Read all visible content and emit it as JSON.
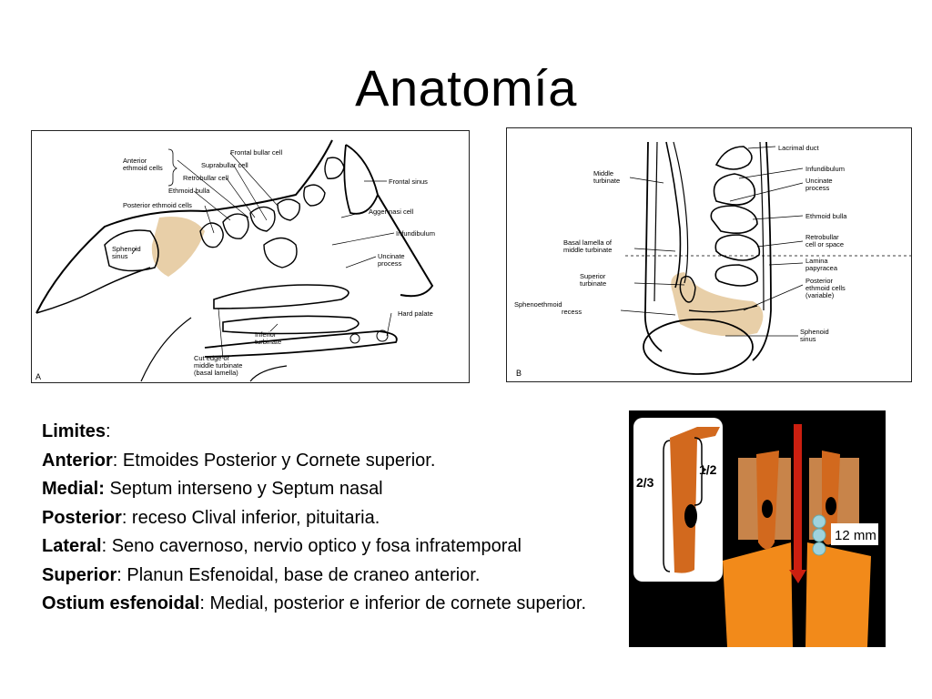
{
  "title": "Anatomía",
  "figure_a": {
    "panel_letter": "A",
    "labels": {
      "anterior_ethmoid": "Anterior\nethmoid cells",
      "frontal_bullar": "Frontal bullar cell",
      "suprabullar": "Suprabullar cell",
      "retrobullar": "Retrobullar cell",
      "ethmoid_bulla": "Ethmoid bulla",
      "posterior_ethmoid": "Posterior ethmoid cells",
      "frontal_sinus": "Frontal sinus",
      "agger_nasi": "Agger nasi cell",
      "infundibulum": "Infundibulum",
      "sphenoid_sinus": "Sphenoid\nsinus",
      "uncinate": "Uncinate\nprocess",
      "hard_palate": "Hard palate",
      "inferior_turbinate": "Inferior\nturbinate",
      "cut_edge": "Cut edge of\nmiddle turbinate\n(basal lamella)"
    }
  },
  "figure_b": {
    "panel_letter": "B",
    "labels": {
      "lacrimal_duct": "Lacrimal duct",
      "infundibulum": "Infundibulum",
      "middle_turbinate": "Middle\nturbinate",
      "uncinate": "Uncinate\nprocess",
      "ethmoid_bulla": "Ethmoid bulla",
      "basal_lamella": "Basal lamella of\nmiddle turbinate",
      "retrobullar": "Retrobullar\ncell or space",
      "lamina": "Lamina\npapyracea",
      "superior_turbinate": "Superior\nturbinate",
      "posterior_ethmoid": "Posterior\nethmoid cells\n(variable)",
      "sphenoethmoid": "Sphenoethmoid\nrecess",
      "sphenoid_sinus": "Sphenoid\nsinus"
    }
  },
  "figure_c": {
    "fraction_left": "2/3",
    "fraction_right": "1/2",
    "distance": "12 mm"
  },
  "limits": {
    "heading": "Limites",
    "items": [
      {
        "key": "Anterior",
        "text": ": Etmoides Posterior y Cornete superior."
      },
      {
        "key": "Medial:",
        "text": " Septum interseno y Septum nasal"
      },
      {
        "key": "Posterior",
        "text": ": receso Clival inferior,  pituitaria."
      },
      {
        "key": "Lateral",
        "text": ": Seno cavernoso, nervio optico y fosa infratemporal"
      },
      {
        "key": "Superior",
        "text": ": Planun Esfenoidal, base de craneo anterior."
      },
      {
        "key": "Ostium esfenoidal",
        "text": ": Medial, posterior e inferior de cornete superior."
      }
    ]
  },
  "colors": {
    "highlight": "#e8cfa8",
    "orange": "#f28a1a",
    "dark_orange": "#d2691e",
    "tan": "#c8844a",
    "red": "#cc1f10",
    "node": "#9fd3dd"
  }
}
